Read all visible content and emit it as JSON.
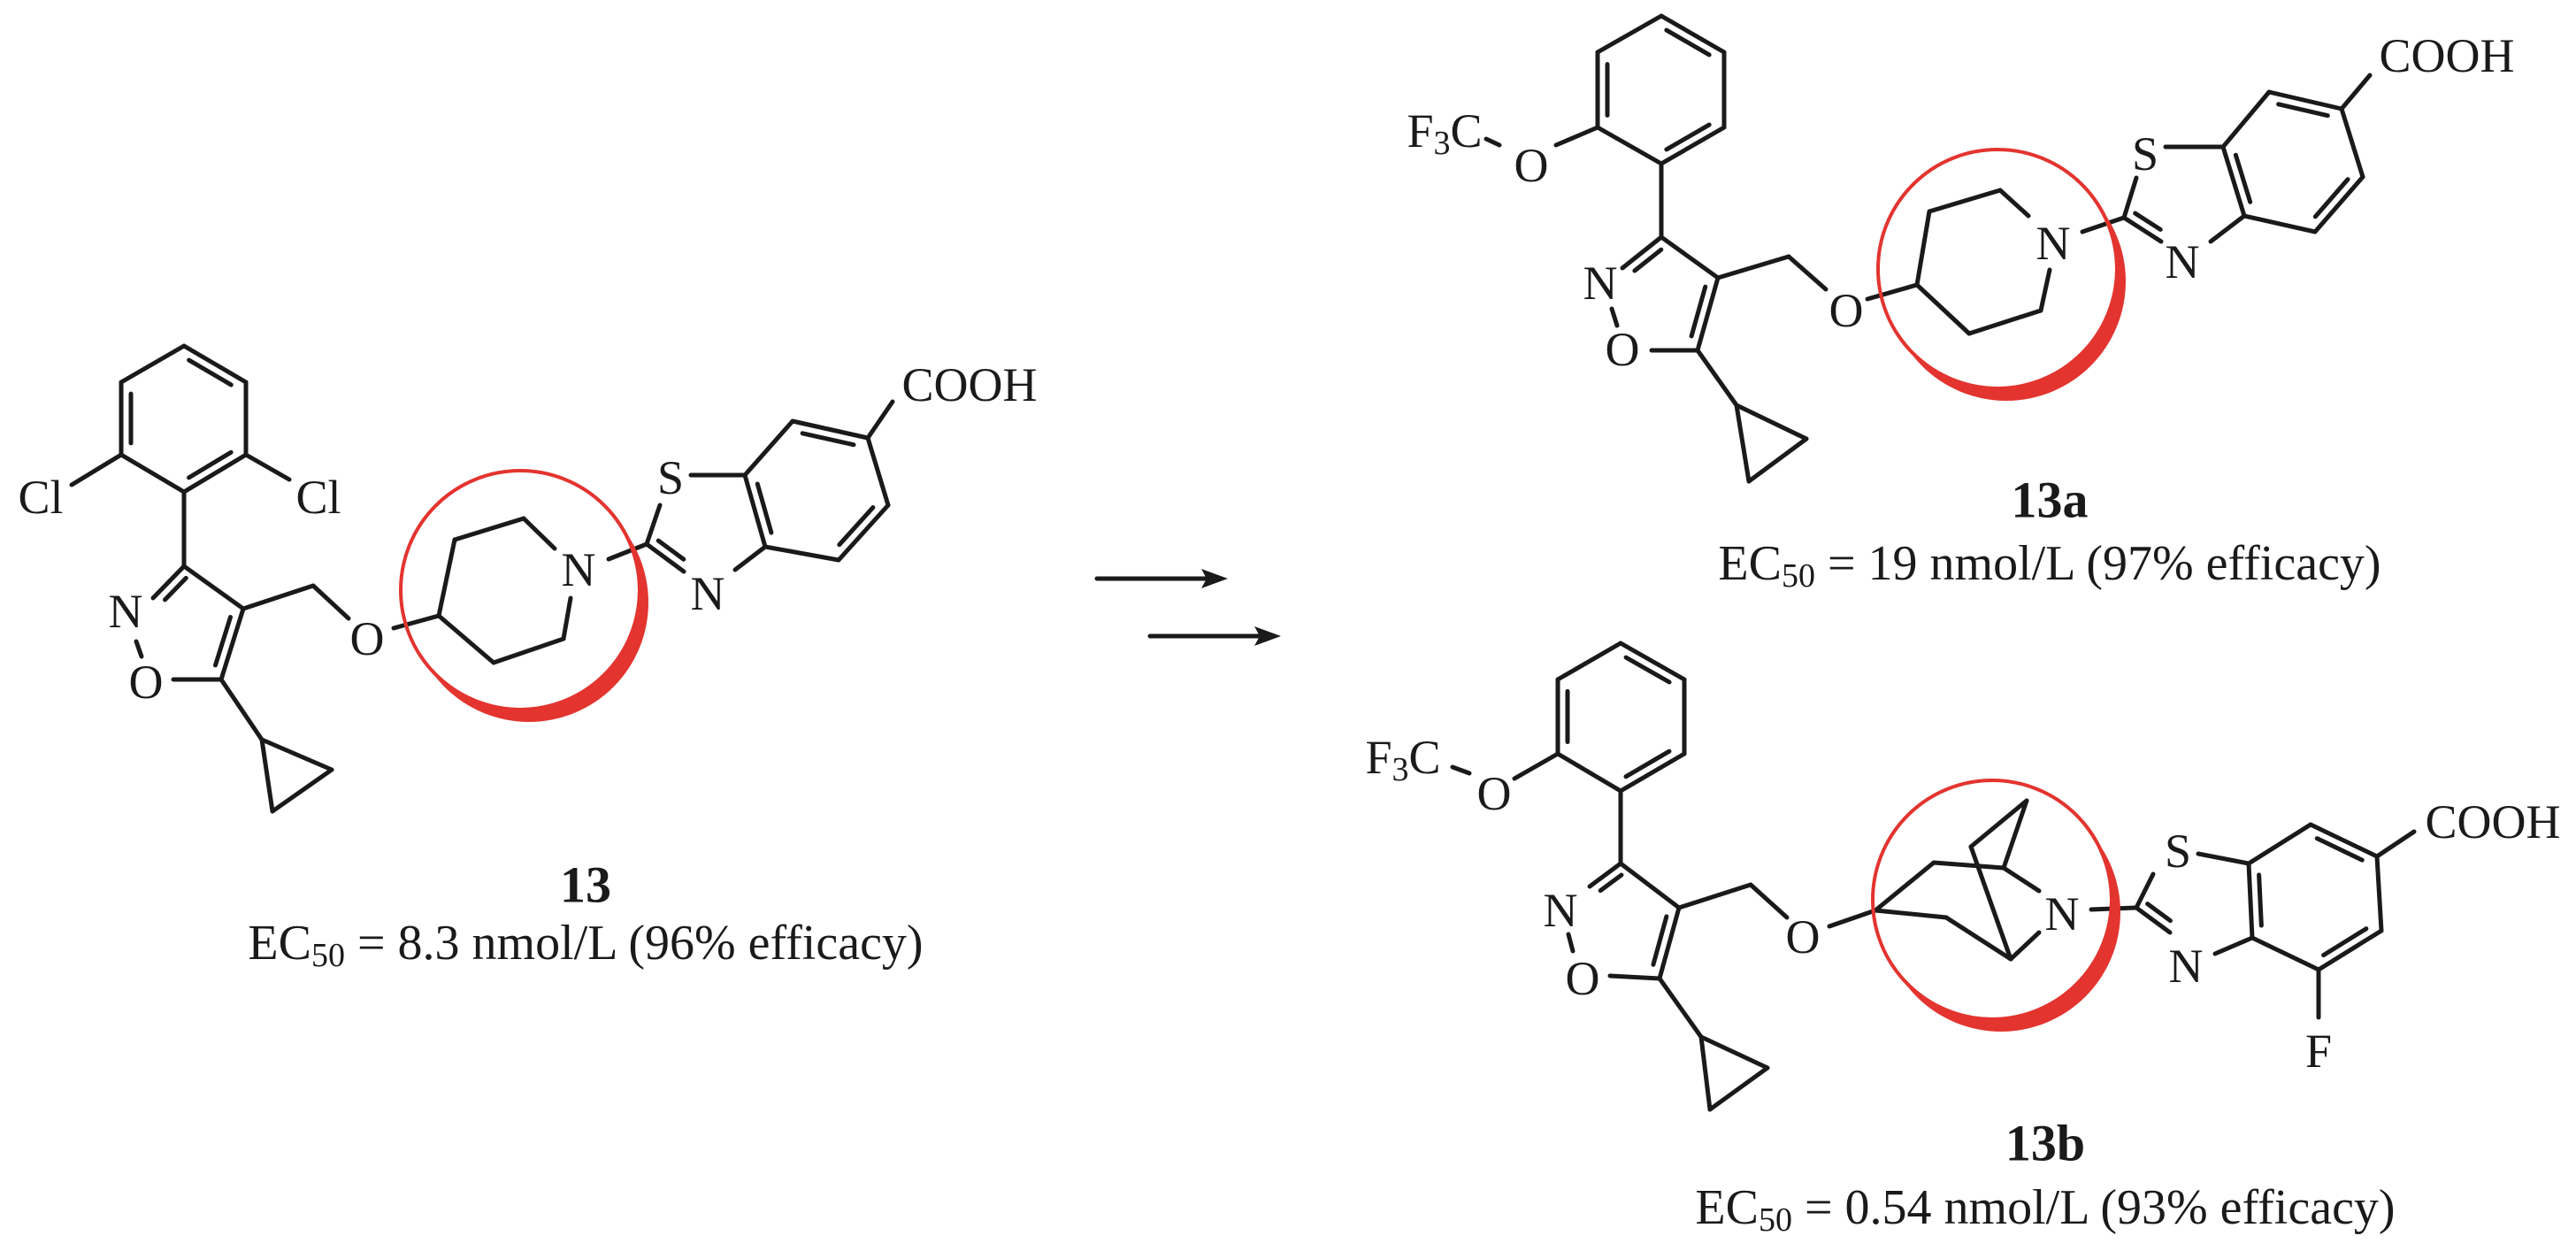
{
  "atoms": {
    "cl": "Cl",
    "n": "N",
    "o": "O",
    "s": "S",
    "f": "F",
    "cooh": "COOH",
    "f3c_f": "F",
    "f3c_3": "3",
    "f3c_c": "C"
  },
  "compounds": [
    {
      "id": "13",
      "ec50_prefix": "EC",
      "ec50_sub": "50",
      "ec50_text": " = 8.3 nmol/L (96% efficacy)"
    },
    {
      "id": "13a",
      "ec50_prefix": "EC",
      "ec50_sub": "50",
      "ec50_text": " = 19 nmol/L (97% efficacy)"
    },
    {
      "id": "13b",
      "ec50_prefix": "EC",
      "ec50_sub": "50",
      "ec50_text": " = 0.54 nmol/L (93% efficacy)"
    }
  ],
  "colors": {
    "highlight": "#e3342f",
    "ink": "#1a1a1a"
  }
}
